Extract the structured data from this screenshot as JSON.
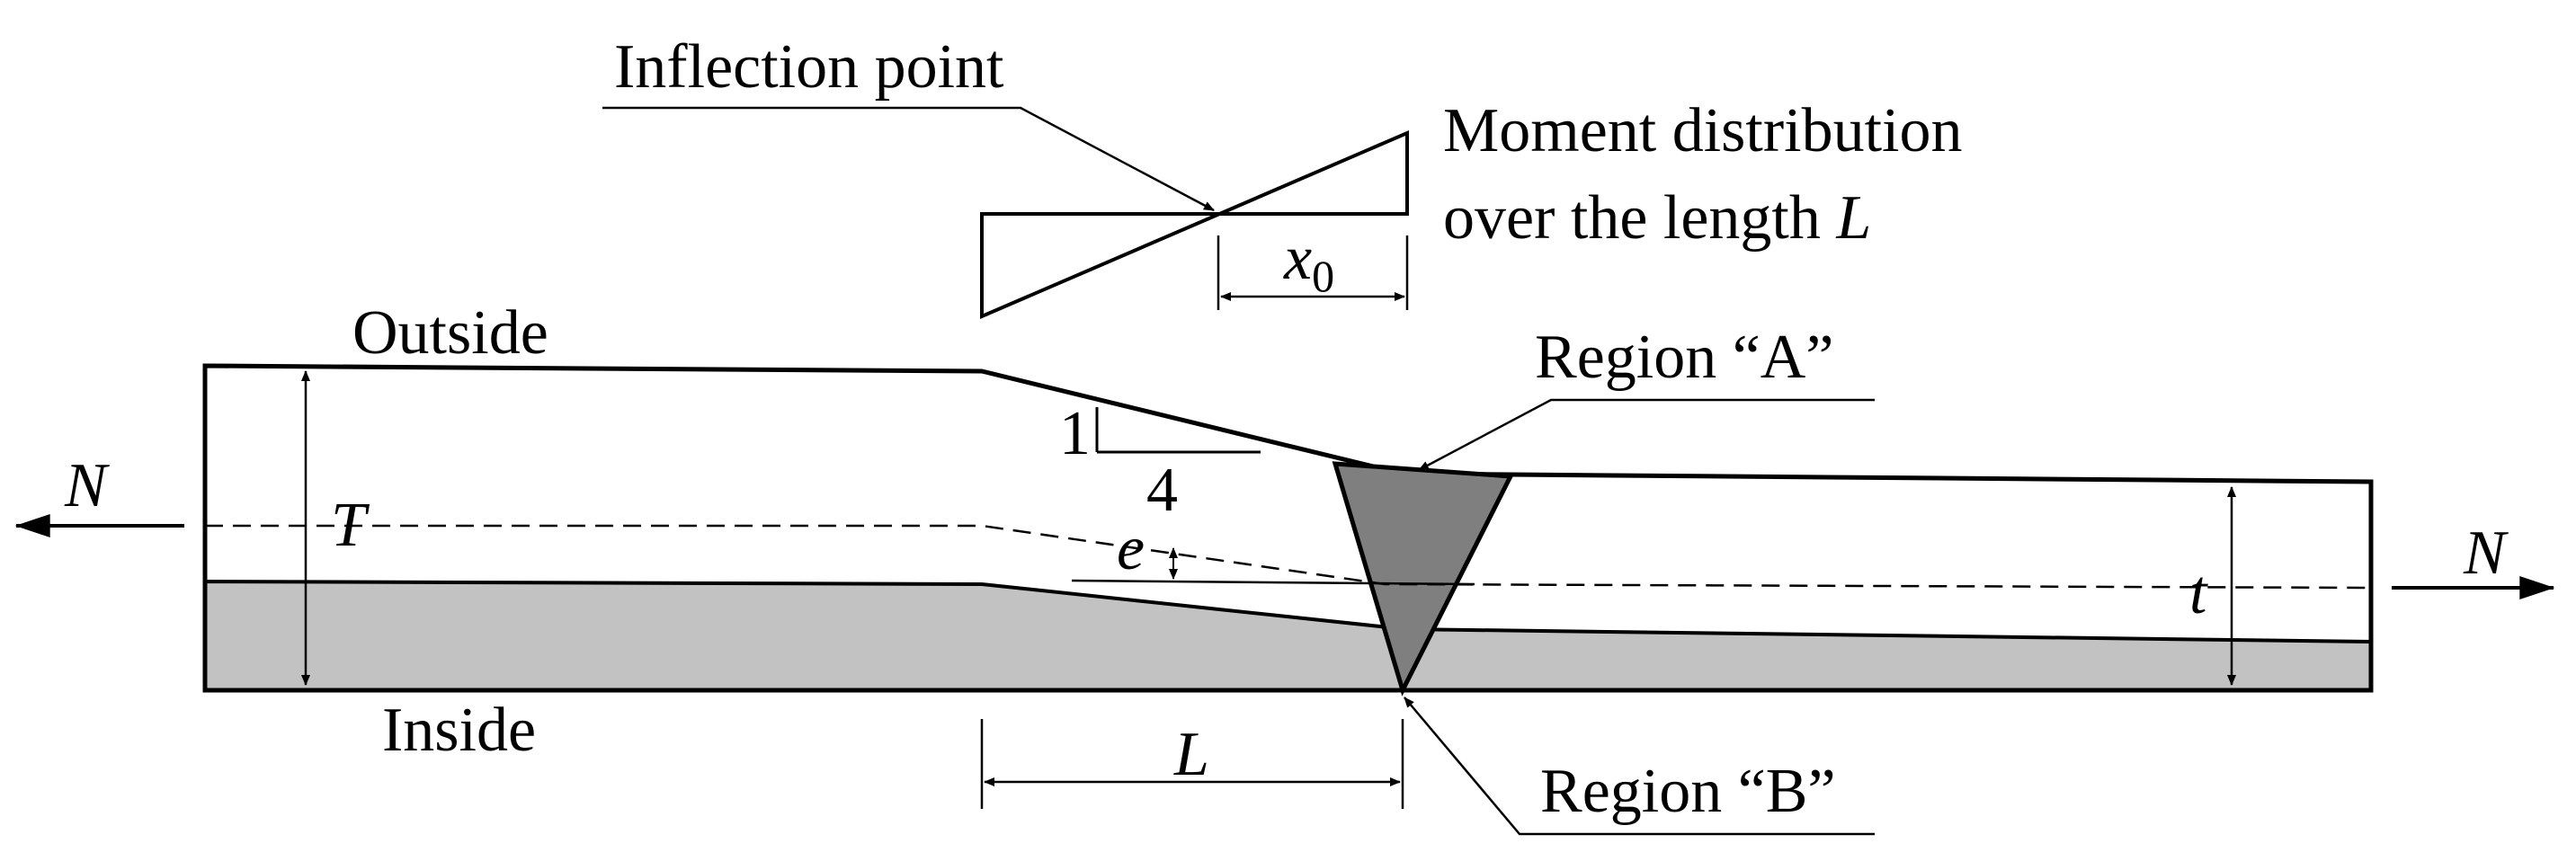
{
  "labels": {
    "inflection_point": "Inflection point",
    "moment_line1": "Moment distribution",
    "moment_line2_prefix": "over the length ",
    "moment_line2_var": "L",
    "x0_var": "x",
    "x0_sub": "0",
    "outside": "Outside",
    "inside": "Inside",
    "region_a": "Region “A”",
    "region_b": "Region “B”",
    "force_left": "N",
    "force_right": "N",
    "thickness_thick": "T",
    "thickness_thin": "t",
    "eccentricity": "e",
    "length": "L",
    "slope_rise": "1",
    "slope_run": "4"
  },
  "colors": {
    "inside_layer": "#c2c2c2",
    "weld_region": "#7f7f7f",
    "stroke": "#000000",
    "background": "#ffffff"
  }
}
